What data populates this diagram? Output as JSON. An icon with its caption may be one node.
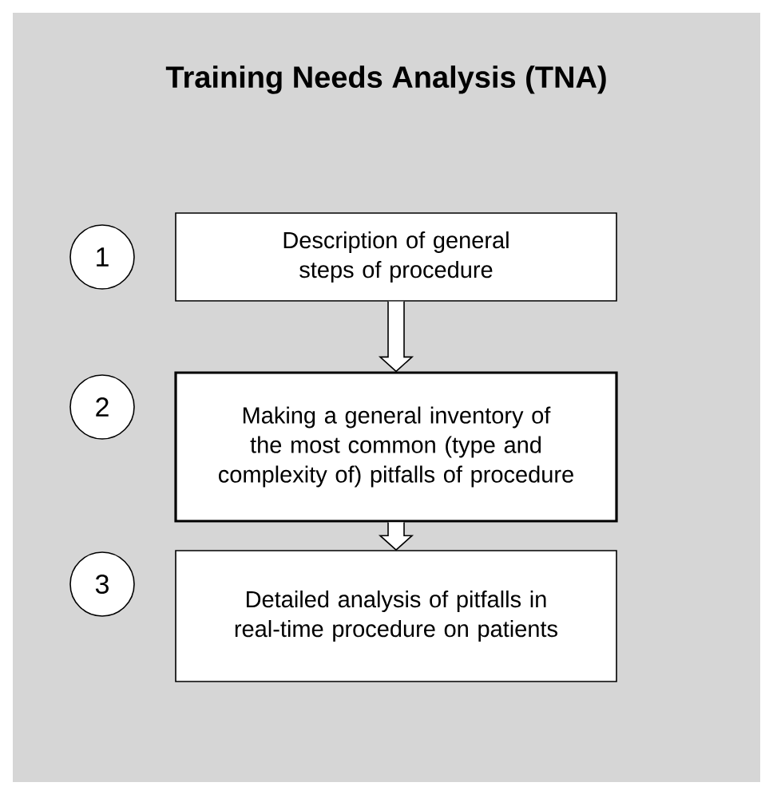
{
  "diagram": {
    "title": "Training Needs Analysis (TNA)",
    "nodes": [
      {
        "text": [
          "1"
        ]
      },
      {
        "text": [
          "Description of general steps of procedure"
        ]
      },
      {
        "text": [
          "2"
        ]
      },
      {
        "text": [
          "Making a general inventory of the most common (type and complexity of) pitfalls of procedure"
        ]
      },
      {
        "text": [
          "3"
        ]
      },
      {
        "text": [
          "Detailed analysis of pitfalls in real-time procedure on patients"
        ]
      }
    ],
    "edges": [
      {
        "from": 1,
        "to": 3,
        "arrow": "to"
      },
      {
        "from": 3,
        "to": 5,
        "arrow": "to"
      }
    ]
  }
}
